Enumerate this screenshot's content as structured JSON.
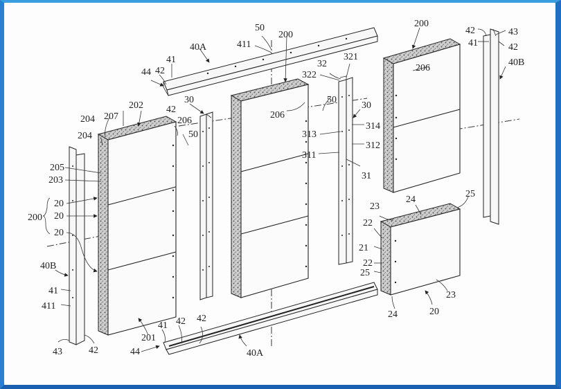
{
  "figure": {
    "type": "exploded-assembly-drawing",
    "border_color": "#2b7fd0",
    "labels": {
      "top_rail_50": "50",
      "top_rail_411": "411",
      "top_rail_40A": "40A",
      "top_rail_41": "41",
      "top_rail_42a": "42",
      "top_rail_44": "44",
      "top_rail_42b": "42",
      "center_200": "200",
      "strip_321": "321",
      "strip_32": "32",
      "strip_322": "322",
      "center_206": "206",
      "center_50": "50",
      "strip_right_30": "30",
      "strip_314": "314",
      "strip_313": "313",
      "strip_312": "312",
      "strip_311": "311",
      "strip_31": "31",
      "strip_left_30": "30",
      "left_204a": "204",
      "left_207": "207",
      "left_202": "202",
      "left_206": "206",
      "left_50": "50",
      "left_204b": "204",
      "left_205": "205",
      "left_203": "203",
      "group_200": "200",
      "unit_20a": "20",
      "unit_20b": "20",
      "unit_20c": "20",
      "left_rail_40B": "40B",
      "left_rail_41": "41",
      "left_rail_411": "411",
      "left_rail_43": "43",
      "left_rail_42": "42",
      "left_201": "201",
      "bottom_rail_44": "44",
      "bottom_rail_41": "41",
      "bottom_rail_42a": "42",
      "bottom_rail_42b": "42",
      "bottom_rail_40A": "40A",
      "right_200": "200",
      "right_206": "206",
      "right_rail_42a": "42",
      "right_rail_43": "43",
      "right_rail_41": "41",
      "right_rail_42b": "42",
      "right_rail_40B": "40B",
      "unit_23a": "23",
      "unit_24a": "24",
      "unit_25a": "25",
      "unit_22a": "22",
      "unit_21": "21",
      "unit_22b": "22",
      "unit_25b": "25",
      "unit_24b": "24",
      "unit_20": "20",
      "unit_23b": "23"
    }
  }
}
